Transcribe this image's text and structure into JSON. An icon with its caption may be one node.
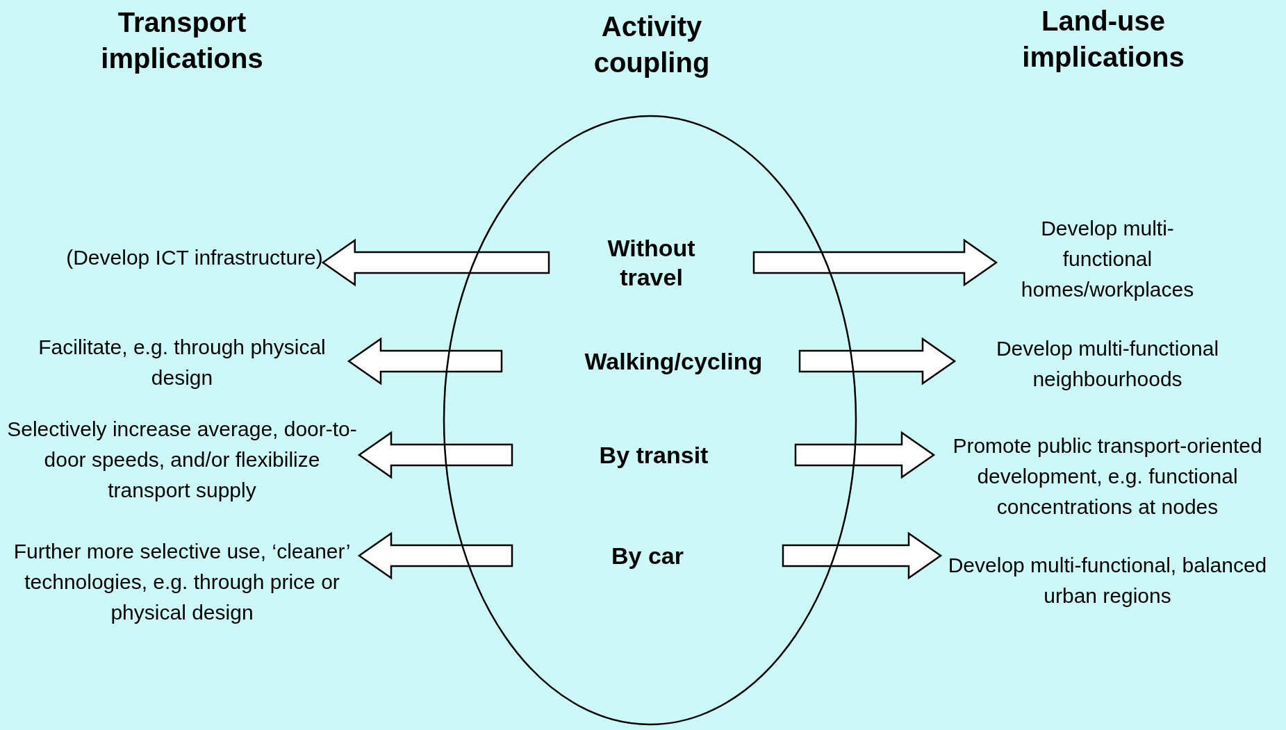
{
  "diagram": {
    "nodes": [
      {
        "text": [],
        "shape": "ellipse"
      },
      {
        "text": [
          "Without travel"
        ],
        "in": 0
      },
      {
        "text": [
          "Walking/cycling"
        ],
        "in": 0
      },
      {
        "text": [
          "By transit"
        ],
        "in": 0
      },
      {
        "text": [
          "By car"
        ],
        "in": 0
      },
      {
        "text": [
          "(Develop ICT infrastructure)"
        ]
      },
      {
        "text": [
          "Facilitate, e.g. through physical design"
        ]
      },
      {
        "text": [
          "Selectively increase average, door-to-door speeds, and/or flexibilize transport supply"
        ]
      },
      {
        "text": [
          "Further more selective use, ‘cleaner’ technologies, e.g. through price or physical design"
        ]
      },
      {
        "text": [
          "Develop multi-functional homes/workplaces"
        ]
      },
      {
        "text": [
          "Develop multi-functional neighbourhoods"
        ]
      },
      {
        "text": [
          "Promote public transport-oriented development, e.g. functional concentrations at nodes"
        ]
      },
      {
        "text": [
          "Develop multi-functional, balanced urban regions"
        ]
      }
    ],
    "edges": [
      {
        "from": 1,
        "to": 5,
        "arrow": "to"
      },
      {
        "from": 1,
        "to": 9,
        "arrow": "to"
      },
      {
        "from": 2,
        "to": 6,
        "arrow": "to"
      },
      {
        "from": 2,
        "to": 10,
        "arrow": "to"
      },
      {
        "from": 3,
        "to": 7,
        "arrow": "to"
      },
      {
        "from": 3,
        "to": 11,
        "arrow": "to"
      },
      {
        "from": 4,
        "to": 8,
        "arrow": "to"
      },
      {
        "from": 4,
        "to": 12,
        "arrow": "to"
      }
    ],
    "labels": [
      "Transport implications",
      "Activity coupling",
      "Land-use implications"
    ]
  }
}
